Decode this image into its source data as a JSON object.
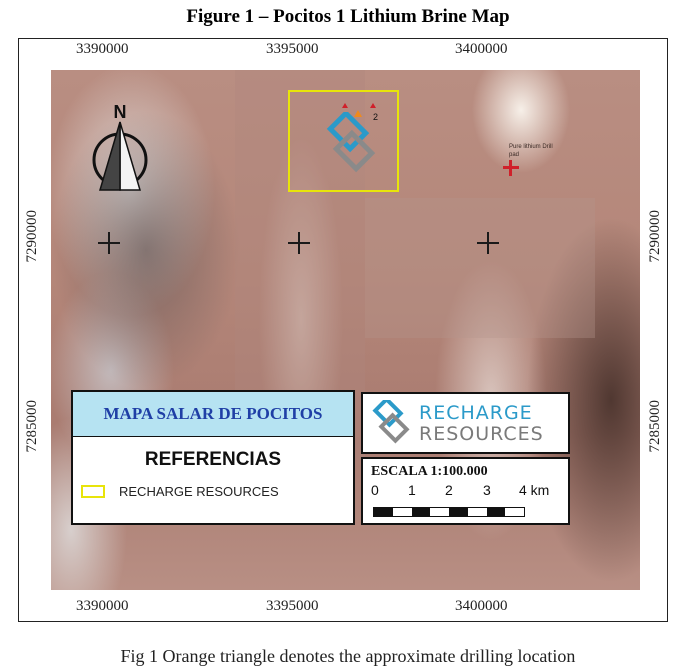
{
  "figure_title": "Figure 1 – Pocitos 1 Lithium Brine Map",
  "caption": "Fig 1 Orange triangle denotes the approximate drilling location",
  "coordinates": {
    "easting": [
      "3390000",
      "3395000",
      "3400000"
    ],
    "northing": [
      "7290000",
      "7285000"
    ]
  },
  "map": {
    "north_label": "N",
    "drill_label": "Pure lithium Drill pad",
    "claim_marker": "2"
  },
  "legend": {
    "title": "MAPA SALAR DE POCITOS",
    "references_heading": "REFERENCIAS",
    "item_label": "RECHARGE RESOURCES"
  },
  "brand": {
    "line1": "RECHARGE",
    "line2": "RESOURCES"
  },
  "scale": {
    "title": "ESCALA 1:100.000",
    "ticks": [
      "0",
      "1",
      "2",
      "3",
      "4 km"
    ]
  },
  "colors": {
    "claim_box": "#e8e40a",
    "legend_header": "#b6e3f2",
    "drill_marker": "#d0202a",
    "brand_blue": "#2b9ac9",
    "brand_gray": "#7a7a7a"
  }
}
